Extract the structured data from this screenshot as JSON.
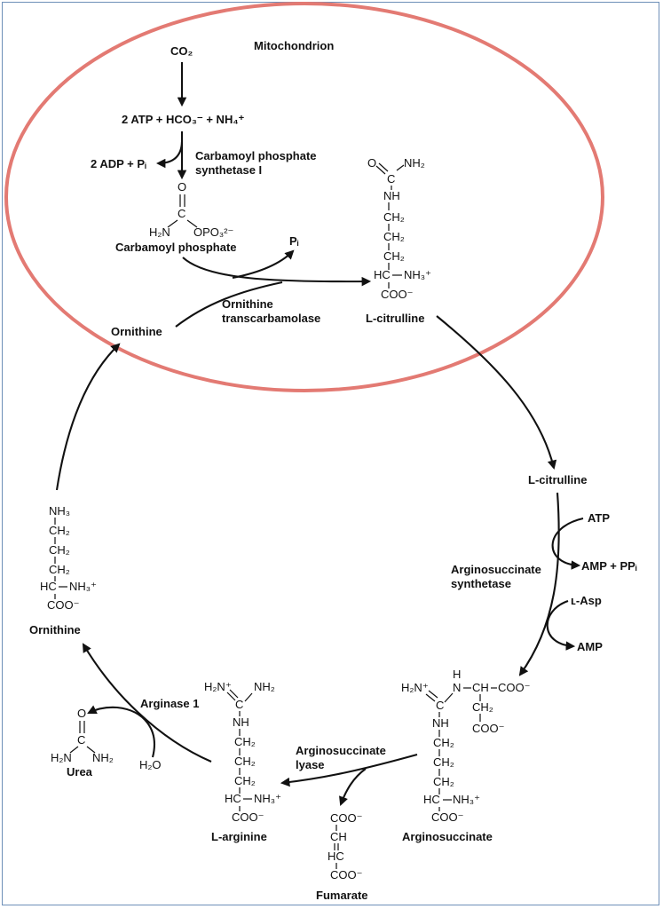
{
  "colors": {
    "mitochondrion_outline": "#e37a73",
    "frame": "#6e8fb8",
    "ink": "#111111"
  },
  "mito": {
    "label": "Mitochondrion",
    "co2": "CO₂",
    "reactants": "2 ATP + HCO₃⁻ + NH₄⁺",
    "byproduct": "2 ADP + Pᵢ",
    "enzyme1_line1": "Carbamoyl phosphate",
    "enzyme1_line2": "synthetase I",
    "cp_o": "O",
    "cp_c": "C",
    "cp_h2n": "H₂N",
    "cp_opo3": "OPO₃²⁻",
    "cp_name": "Carbamoyl phosphate",
    "pi": "Pᵢ",
    "enzyme2_line1": "Ornithine",
    "enzyme2_line2": "transcarbamolase",
    "ornithine_label": "Ornithine"
  },
  "citrulline_struct": {
    "o": "O",
    "nh2": "NH₂",
    "c": "C",
    "nh": "NH",
    "ch2_1": "CH₂",
    "ch2_2": "CH₂",
    "ch2_3": "CH₂",
    "hc": "HC",
    "nh3": "NH₃⁺",
    "coo": "COO⁻",
    "name": "L-citrulline"
  },
  "right_side": {
    "citrulline": "L-citrulline",
    "atp": "ATP",
    "amp_ppi": "AMP + PPᵢ",
    "enzyme_line1": "Arginosuccinate",
    "enzyme_line2": "synthetase",
    "asp": "ʟ-Asp",
    "amp": "AMP"
  },
  "argsucc_struct": {
    "h2n": "H₂N⁺",
    "nh_top": "N",
    "h_top": "H",
    "c": "C",
    "ch": "CH",
    "coo_top": "COO⁻",
    "nh": "NH",
    "ch2_a": "CH₂",
    "coo_side": "COO⁻",
    "ch2_1": "CH₂",
    "ch2_2": "CH₂",
    "ch2_3": "CH₂",
    "hc": "HC",
    "nh3": "NH₃⁺",
    "coo": "COO⁻",
    "name": "Arginosuccinate"
  },
  "lyase": {
    "line1": "Arginosuccinate",
    "line2": "lyase"
  },
  "fumarate_struct": {
    "coo1": "COO⁻",
    "ch": "CH",
    "hc": "HC",
    "coo2": "COO⁻",
    "name": "Fumarate"
  },
  "arginine_struct": {
    "h2n": "H₂N⁺",
    "nh2": "NH₂",
    "c": "C",
    "nh": "NH",
    "ch2_1": "CH₂",
    "ch2_2": "CH₂",
    "ch2_3": "CH₂",
    "hc": "HC",
    "nh3": "NH₃⁺",
    "coo": "COO⁻",
    "name": "L-arginine"
  },
  "arginase": {
    "label": "Arginase 1",
    "h2o": "H₂O"
  },
  "urea_struct": {
    "o": "O",
    "c": "C",
    "h2n": "H₂N",
    "nh2": "NH₂",
    "name": "Urea"
  },
  "ornithine_struct": {
    "nh3_top": "NH₃",
    "ch2_1": "CH₂",
    "ch2_2": "CH₂",
    "ch2_3": "CH₂",
    "hc": "HC",
    "nh3": "NH₃⁺",
    "coo": "COO⁻",
    "name": "Ornithine"
  }
}
